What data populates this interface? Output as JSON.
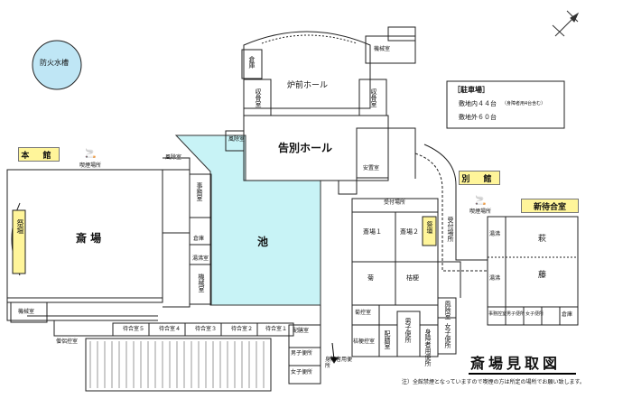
{
  "title": "斎場見取図",
  "note": "注）全館禁煙となっていますので喫煙の方は所定の場所でお願い致します。",
  "legend": {
    "heading": "［駐車場］",
    "line1": "敷地内４４台",
    "line1_paren": "（身障者用4台含む）",
    "line2": "敷地外６０台"
  },
  "building_labels": {
    "main": "本 館",
    "annex": "別 館",
    "new_waiting": "新待合室"
  },
  "fire_tank": "防火水槽",
  "main_rooms": {
    "hall": "斎 場",
    "altar": "祭壇",
    "pond": "池",
    "machine_left": "機械室",
    "priest_room": "僧侶控室",
    "fuuro": "風除室",
    "office": "事務室",
    "warehouse1": "倉庫",
    "hot_water": "湯沸室",
    "machine_right": "機械室",
    "smoking": "喫煙場所",
    "wait5": "待合室５",
    "wait4": "待合室４",
    "wait3": "待合室３",
    "wait2": "待合室２",
    "wait1": "待合室１",
    "wind_room": "風除室"
  },
  "upper_rooms": {
    "furnace_hall": "炉前ホール",
    "farewell_hall": "告別ホール",
    "warehouse": "倉庫",
    "machine": "機械室",
    "ash_left": "収骨室",
    "ash_right": "収骨室",
    "anchi": "安置室"
  },
  "lower_rooms": {
    "dispatch": "配膳室",
    "toilet_m": "男子便所",
    "toilet_f": "女子便所",
    "toilet_dis": "身障者用便所"
  },
  "annex_rooms": {
    "reception_top": "受付場所",
    "hall1": "斎場１",
    "hall2": "斎場２",
    "altar": "祭壇",
    "kiku": "菊",
    "kikyo": "桔梗",
    "kiku_ctrl": "菊控室",
    "kikyo_ctrl": "桔梗控室",
    "dispatch": "配膳室",
    "toilet_m": "男子便所",
    "toilet_dis": "身障者用便所",
    "toilet_f": "女子便所",
    "wind": "風除室",
    "reception_side": "受付場所",
    "smoking": "喫煙場所"
  },
  "new_rooms": {
    "hagi": "萩",
    "fuji": "藤",
    "hot1": "湯沸",
    "hot2": "湯沸",
    "office": "事務控室",
    "toilet_m": "男子便所",
    "toilet_f": "女子便所",
    "storage": "倉庫"
  },
  "colors": {
    "pond": "#c8f3f6",
    "tag": "#fff59a",
    "fire_tank": "#bfe6f5"
  },
  "icons": {
    "compass": "north-arrow-icon",
    "smoking": "smoking-icon"
  }
}
